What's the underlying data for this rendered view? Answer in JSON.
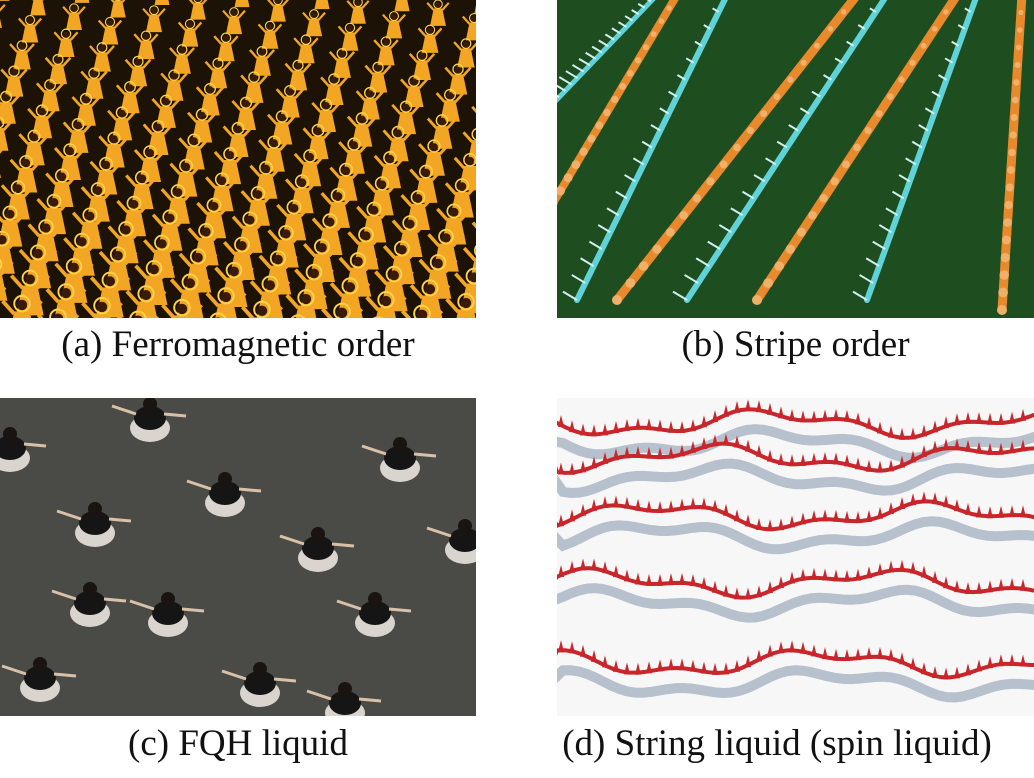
{
  "panels": [
    {
      "id": "a",
      "caption": "(a) Ferromagnetic order"
    },
    {
      "id": "b",
      "caption": "(b) Stripe order"
    },
    {
      "id": "c",
      "caption": "(c) FQH liquid"
    },
    {
      "id": "d",
      "caption": "(d) String liquid (spin liquid)"
    }
  ],
  "colors": {
    "ferro_dancer": "#f2a623",
    "ferro_background": "#1c1206",
    "stripe_field": "#1e4d1f",
    "stripe_cyan": "#5fd3d8",
    "stripe_orange": "#e88a2c",
    "fqh_floor": "#4a4b47",
    "fqh_dress": "#151515",
    "fqh_skirt": "#e9e3dc",
    "string_red": "#c8262a",
    "string_shadow": "#8c9bb0"
  }
}
